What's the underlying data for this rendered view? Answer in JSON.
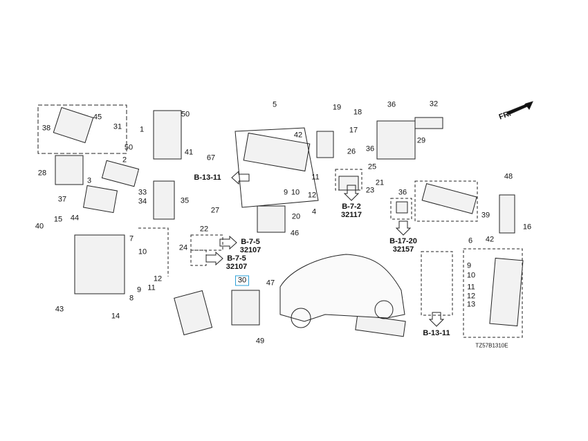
{
  "diagram_code": "TZ57B1310E",
  "front_indicator": "FR.",
  "highlighted_part": "30",
  "part_labels": [
    "38",
    "45",
    "31",
    "50",
    "1",
    "50",
    "41",
    "28",
    "2",
    "3",
    "37",
    "44",
    "33",
    "34",
    "35",
    "40",
    "15",
    "7",
    "10",
    "12",
    "11",
    "9",
    "8",
    "43",
    "14",
    "5",
    "42",
    "19",
    "18",
    "17",
    "67",
    "9",
    "10",
    "11",
    "12",
    "4",
    "27",
    "22",
    "24",
    "20",
    "46",
    "26",
    "25",
    "23",
    "21",
    "36",
    "32",
    "36",
    "29",
    "36",
    "48",
    "39",
    "16",
    "6",
    "42",
    "9",
    "10",
    "11",
    "12",
    "13",
    "47",
    "49"
  ],
  "references": [
    {
      "page": "B-13-11",
      "code": ""
    },
    {
      "page": "B-7-5",
      "code": "32107"
    },
    {
      "page": "B-7-5",
      "code": "32107"
    },
    {
      "page": "B-7-2",
      "code": "32117"
    },
    {
      "page": "B-17-20",
      "code": "32157"
    },
    {
      "page": "B-13-11",
      "code": ""
    }
  ]
}
